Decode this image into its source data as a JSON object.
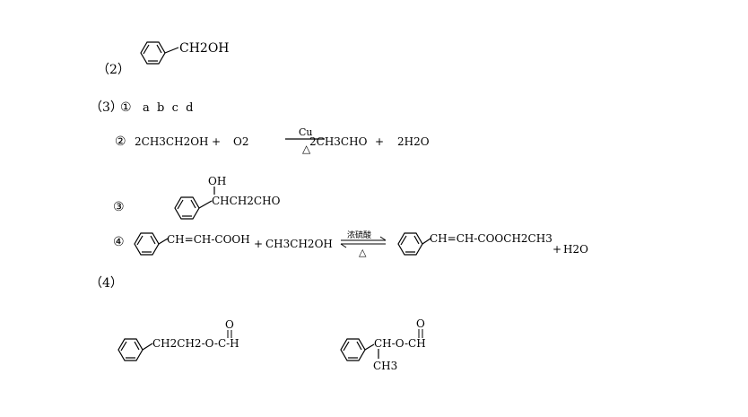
{
  "part2": {
    "label": "（2）",
    "substituent": "CH2OH"
  },
  "part3": {
    "label": "（3）",
    "item1": {
      "marker": "①",
      "answer": "a  b  c  d"
    },
    "item2": {
      "marker": "②",
      "reactant1": "2CH3CH2OH",
      "plus1": "+",
      "reactant2": "O2",
      "catalyst": "Cu",
      "condition": "△",
      "product1": "2CH3CHO",
      "plus2": "+",
      "product2": "2H2O"
    },
    "item3": {
      "marker": "③",
      "oh_label": "OH",
      "chain": "CHCH2CHO"
    },
    "item4": {
      "marker": "④",
      "reactant1_chain": "CH=CH-COOH",
      "plus1": "+",
      "reactant2": "CH3CH2OH",
      "catalyst": "浓硫酸",
      "condition": "△",
      "product_chain": "CH=CH-COOCH2CH3",
      "plus2": "+",
      "product2": "H2O"
    }
  },
  "part4": {
    "label": "（4）",
    "structure1": {
      "chain": "CH2CH2-O-C-H",
      "carbonyl_o": "O"
    },
    "structure2": {
      "chain": "CH-O-CH",
      "carbonyl_o": "O",
      "methyl": "CH3"
    }
  }
}
